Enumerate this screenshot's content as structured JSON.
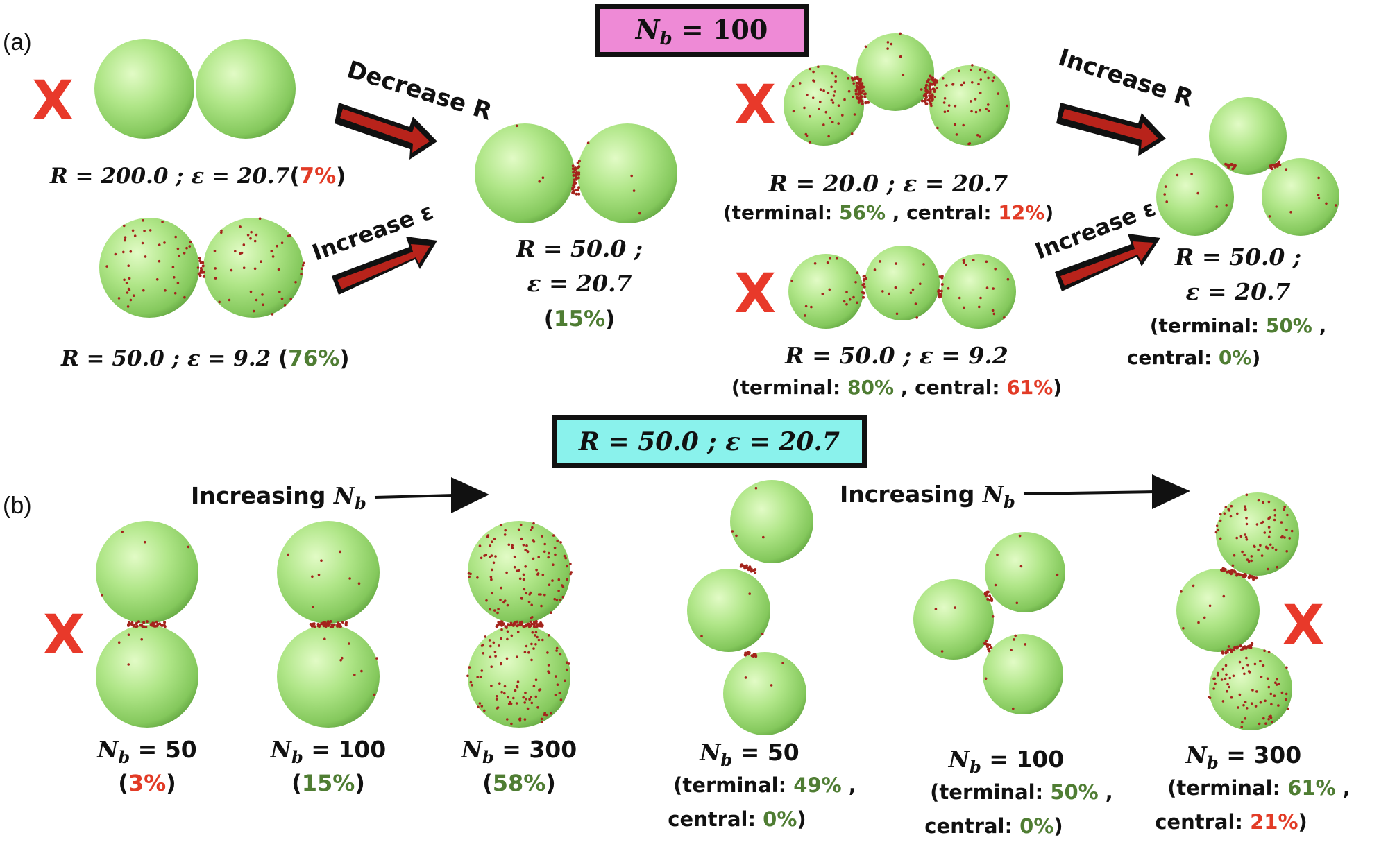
{
  "colors": {
    "sphere_light": "#d9f7b5",
    "sphere_mid": "#a8e47f",
    "sphere_dark": "#6fb34a",
    "bead": "#a4241c",
    "x_mark": "#e8392a",
    "good": "#4f7d33",
    "bad": "#e23b26",
    "header_a_bg": "#ee8ad6",
    "header_b_bg": "#8af2ec",
    "arrow_fill": "#b8231b"
  },
  "panel_a": {
    "label": "(a)",
    "header": {
      "lhs": "N",
      "sub": "b",
      "rhs": " = 100"
    },
    "arrow_decrease_R": "Decrease R",
    "arrow_increase_eps_left": "Increase ε",
    "arrow_increase_R": "Increase R",
    "arrow_increase_eps_right": "Increase ε",
    "x_mark": "X",
    "dimer_top_caption": {
      "params": "R = 200.0 ;  ε = 20.7",
      "open": "(",
      "pct": "7%",
      "close": ")"
    },
    "dimer_bottom_caption": {
      "params": "R = 50.0 ;  ε = 9.2 ",
      "open": "(",
      "pct": "76%",
      "close": ")"
    },
    "dimer_result_caption": {
      "line1": "R = 50.0 ;",
      "line2": "ε = 20.7",
      "open": "(",
      "pct": "15%",
      "close": ")"
    },
    "trimer_top_caption": {
      "params": "R = 20.0 ;  ε = 20.7",
      "t_label": "(terminal: ",
      "t_pct": "56%",
      "mid": " , central: ",
      "c_pct": "12%",
      "close": ")"
    },
    "trimer_bottom_caption": {
      "params": "R = 50.0 ;  ε = 9.2",
      "t_label": "(terminal: ",
      "t_pct": "80%",
      "mid": " , central: ",
      "c_pct": "61%",
      "close": ")"
    },
    "trimer_result_caption": {
      "line1": "R = 50.0 ;",
      "line2": "ε = 20.7",
      "t_label": "(terminal: ",
      "t_pct": "50%",
      "t_close": " ,",
      "c_label": "central: ",
      "c_pct": "0%",
      "c_close": ")"
    }
  },
  "panel_b": {
    "label": "(b)",
    "header": "R = 50.0 ;  ε = 20.7",
    "increasing_left": {
      "text": "Increasing ",
      "var": "N",
      "sub": "b"
    },
    "increasing_right": {
      "text": "Increasing ",
      "var": "N",
      "sub": "b"
    },
    "x_mark": "X",
    "dimers": [
      {
        "var": "N",
        "sub": "b",
        "value": " = 50",
        "open": "(",
        "pct": "3%",
        "close": ")",
        "pct_class": "bad"
      },
      {
        "var": "N",
        "sub": "b",
        "value": " = 100",
        "open": "(",
        "pct": "15%",
        "close": ")",
        "pct_class": "good"
      },
      {
        "var": "N",
        "sub": "b",
        "value": " = 300",
        "open": "(",
        "pct": "58%",
        "close": ")",
        "pct_class": "good"
      }
    ],
    "trimers": [
      {
        "var": "N",
        "sub": "b",
        "value": " = 50",
        "t_label": "(terminal: ",
        "t_pct": "49%",
        "t_close": " ,",
        "c_label": "central: ",
        "c_pct": "0%",
        "c_close": ")",
        "c_class": "good"
      },
      {
        "var": "N",
        "sub": "b",
        "value": " = 100",
        "t_label": "(terminal: ",
        "t_pct": "50%",
        "t_close": " ,",
        "c_label": "central: ",
        "c_pct": "0%",
        "c_close": ")",
        "c_class": "good"
      },
      {
        "var": "N",
        "sub": "b",
        "value": " = 300",
        "t_label": "(terminal: ",
        "t_pct": "61%",
        "t_close": " ,",
        "c_label": "central: ",
        "c_pct": "21%",
        "c_close": ")",
        "c_class": "bad"
      }
    ]
  }
}
